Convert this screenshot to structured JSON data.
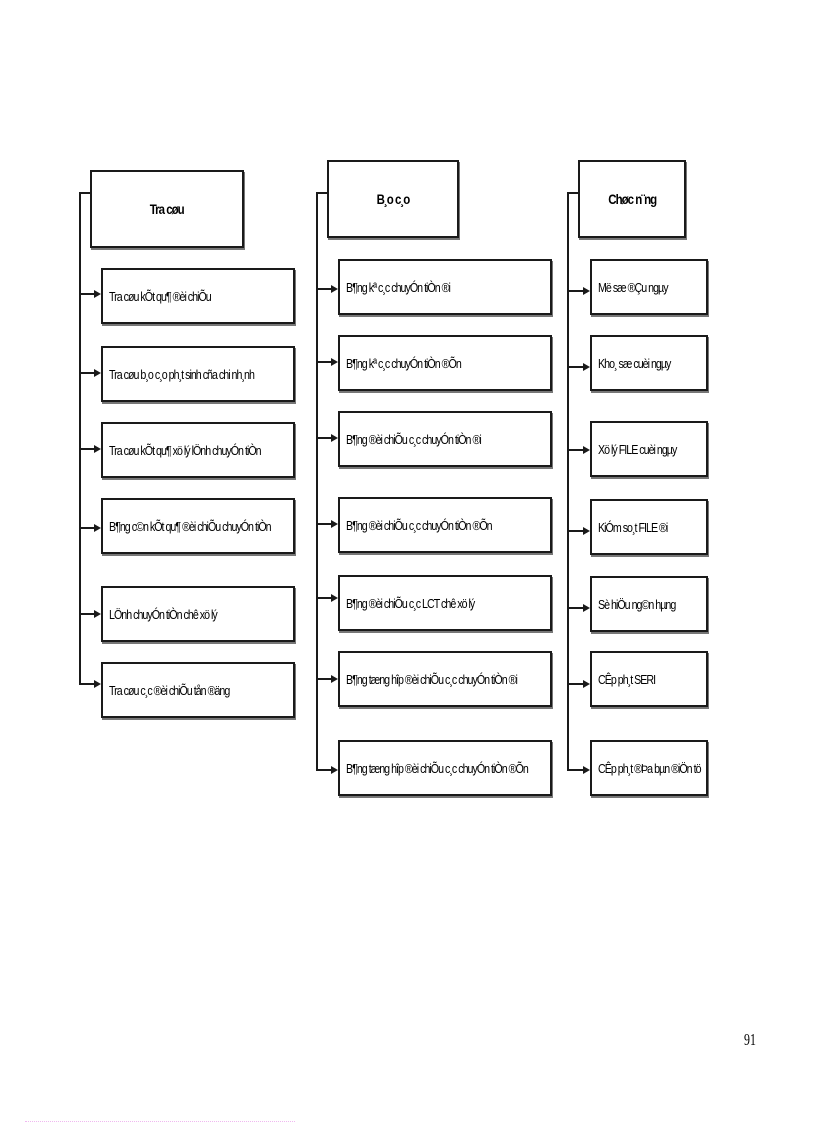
{
  "diagram": {
    "columns": [
      {
        "title": "Tra cøu",
        "items": [
          "Tra cøu kÕt qu¶ ®èi chiÕu",
          "Tra cøu b¸o c¸o ph¸t sinh cña chi nh¸nh",
          "Tra cøu kÕt qu¶ xö lý lÖnh chuyÓn tiÒn",
          "B¶ng c©n kÕt qu¶ ®èi chiÕu chuyÓn tiÒn",
          "LÖnh chuyÓn tiÒn chê xö lý",
          "Tra cøu c¸c ®èi chiÕu tån ®äng"
        ]
      },
      {
        "title": "B¸o c¸o",
        "items": [
          "B¶ng kª c¸c chuyÓn tiÒn ®i",
          "B¶ng kª c¸c chuyÓn tiÒn ®Õn",
          "B¶ng ®èi chiÕu c¸c chuyÓn tiÒn ®i",
          "B¶ng ®èi chiÕu c¸c chuyÓn tiÒn ®Õn",
          "B¶ng ®èi chiÕu c¸c LCT chê xö lý",
          "B¶ng tæng hîp ®èi chiÕu c¸c chuyÓn tiÒn ®i",
          "B¶ng tæng hîp ®èi chiÕu c¸c chuyÓn tiÒn ®Õn"
        ]
      },
      {
        "title": "Chøc n¨ng",
        "items": [
          "Më sæ ®Çu ngµy",
          "Kho¸ sæ cuèi ngµy",
          "Xö lý FILE cuèi ngµy",
          "KiÓm so¸t FILE ®i",
          "Sè hiÖu ng©n hµng",
          "CÊp ph¸t SERI",
          "CÊp ph¸t ®Þa bµn ®iÖn tö"
        ]
      }
    ]
  },
  "page_number": "91"
}
